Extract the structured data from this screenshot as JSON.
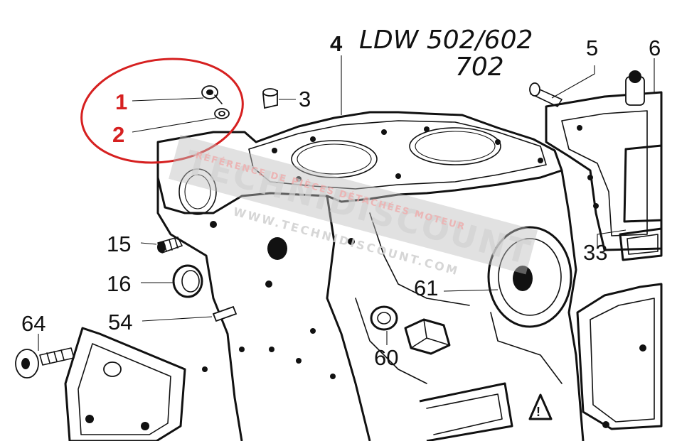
{
  "title": {
    "line1": "LDW 502/602",
    "line2": "702"
  },
  "callouts": [
    {
      "id": "1",
      "label": "1",
      "highlight": true
    },
    {
      "id": "2",
      "label": "2",
      "highlight": true
    },
    {
      "id": "3",
      "label": "3"
    },
    {
      "id": "4",
      "label": "4"
    },
    {
      "id": "5",
      "label": "5"
    },
    {
      "id": "6",
      "label": "6"
    },
    {
      "id": "15",
      "label": "15"
    },
    {
      "id": "16",
      "label": "16"
    },
    {
      "id": "33",
      "label": "33"
    },
    {
      "id": "54",
      "label": "54"
    },
    {
      "id": "60",
      "label": "60"
    },
    {
      "id": "61",
      "label": "61"
    },
    {
      "id": "64",
      "label": "64"
    }
  ],
  "highlight_color": "#d62020",
  "watermark": {
    "brand": "TECHNIDISCOUNT",
    "line1": "RÉFÉRENCE DE PIÈCES DÉTACHÉES MOTEUR",
    "line2": "WWW.TECHNIDISCOUNT.COM"
  }
}
